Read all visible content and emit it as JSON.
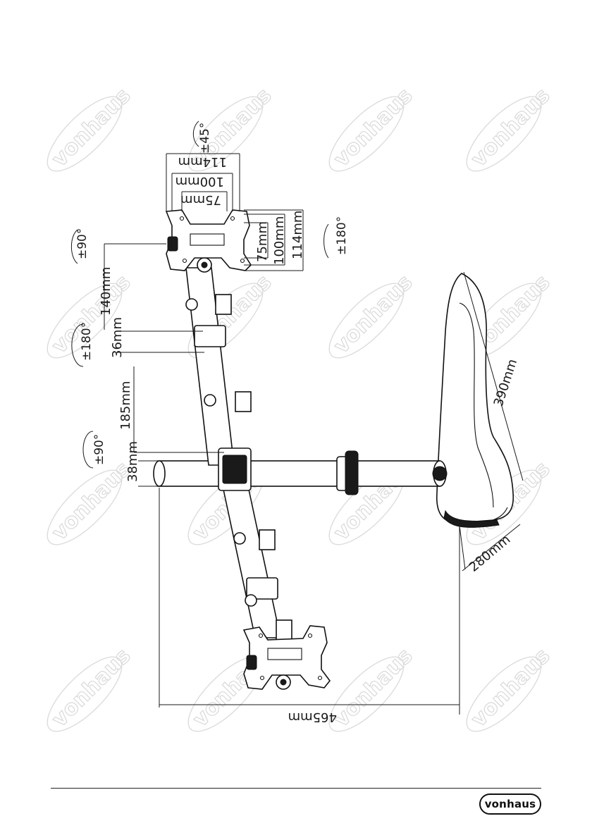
{
  "brand": {
    "logo_text": "vonhaus",
    "watermark_text": "vonhaus"
  },
  "dimensions": {
    "vesa_114_top": "114mm",
    "vesa_100_top": "100mm",
    "vesa_75_top": "75mm",
    "vesa_75_side": "75mm",
    "vesa_100_side": "100mm",
    "vesa_114_side": "114mm",
    "arm_140": "140mm",
    "arm_36": "36mm",
    "arm_185": "185mm",
    "pole_38": "38mm",
    "height_465": "465mm",
    "base_390": "390mm",
    "base_280": "280mm"
  },
  "rotations": {
    "tilt_45": "±45°",
    "rotate_180_plate": "±180°",
    "swivel_90_top": "±90°",
    "swivel_180_mid": "±180°",
    "swivel_90_pole": "±90°"
  }
}
